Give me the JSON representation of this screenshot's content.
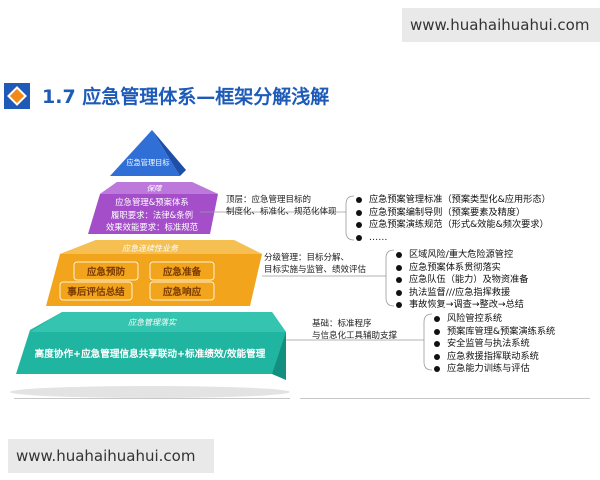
{
  "watermark_top": "www.huahaihuahui.com",
  "watermark_bottom": "www.huahaihuahui.com",
  "title": "1.7 应急管理体系—框架分解浅解",
  "pyramid": {
    "tier1": {
      "label": "应急管理目标",
      "color": "#2f6fd6"
    },
    "tier2": {
      "label": "保障",
      "line1": "应急管理&预案体系",
      "line2": "履职要求：法律&条例",
      "line3": "效果效能要求：标准规范",
      "color": "#a44fc9"
    },
    "tier3": {
      "label": "应急连续性业务",
      "box1": "应急预防",
      "box2": "应急准备",
      "box3": "事后评估总结",
      "box4": "应急响应",
      "color": "#f2a51c"
    },
    "tier4": {
      "label": "应急管理落实",
      "line1": "高度协作+应急管理信息共享联动+标准绩效/效能管理",
      "color": "#1fb5a1"
    }
  },
  "sections": {
    "top": {
      "note_line1": "顶层：应急管理目标的",
      "note_line2": "制度化、标准化、规范化体现",
      "items": [
        "应急预案管理标准（预案类型化&应用形态）",
        "应急预案编制导则（预案要素及精度）",
        "应急预案演练规范（形式&效能&频次要求）",
        "……"
      ]
    },
    "middle": {
      "note_line1": "分级管理：目标分解、",
      "note_line2": "目标实施与监管、绩效评估",
      "items": [
        "区域风险/重大危险源管控",
        "应急预案体系贯彻落实",
        "应急队伍（能力）及物资准备",
        "执法监督///应急指挥救援",
        "事故恢复→调查→整改→总结"
      ]
    },
    "bottom": {
      "note_line1": "基础：标准程序",
      "note_line2": "与信息化工具辅助支撑",
      "items": [
        "风险管控系统",
        "预案库管理&预案演练系统",
        "安全监管与执法系统",
        "应急救援指挥联动系统",
        "应急能力训练与评估"
      ]
    }
  }
}
